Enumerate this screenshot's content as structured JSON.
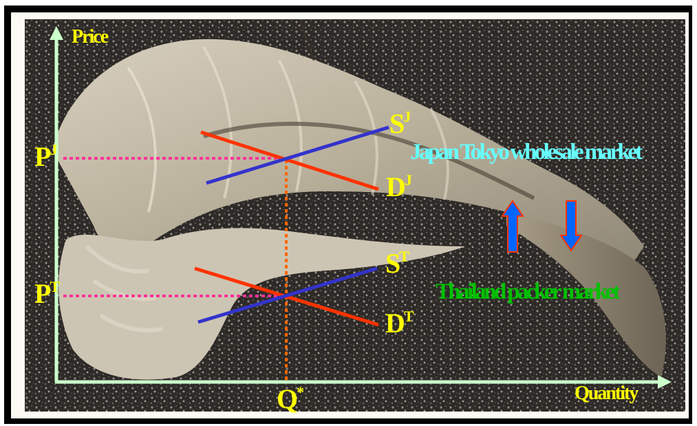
{
  "axis": {
    "y_label": "Price",
    "x_label": "Quantity"
  },
  "price_labels": {
    "japan": {
      "main": "P",
      "sup": "J"
    },
    "thailand": {
      "main": "P",
      "sup": "T"
    }
  },
  "quantity_label": {
    "main": "Q",
    "sup": "*"
  },
  "curves": {
    "supply_japan": {
      "main": "S",
      "sup": "J"
    },
    "demand_japan": {
      "main": "D",
      "sup": "J"
    },
    "supply_thailand": {
      "main": "S",
      "sup": "T"
    },
    "demand_thailand": {
      "main": "D",
      "sup": "T"
    }
  },
  "markets": {
    "japan": "Japan Tokyo wholesale market",
    "thailand": "Thailand packer market"
  },
  "colors": {
    "axis": "#ccffcc",
    "demand": "#ff3300",
    "supply": "#3333cc",
    "price_guide": "#ff3399",
    "quantity_guide": "#ff6600",
    "arrow_fill": "#0066ff",
    "arrow_stroke": "#ff3300",
    "label_yellow": "#ffff00",
    "label_cyan": "#66ffff",
    "label_green": "#00c000"
  },
  "icons": {
    "up_arrow": "arrow-up-icon",
    "down_arrow": "arrow-down-icon"
  }
}
